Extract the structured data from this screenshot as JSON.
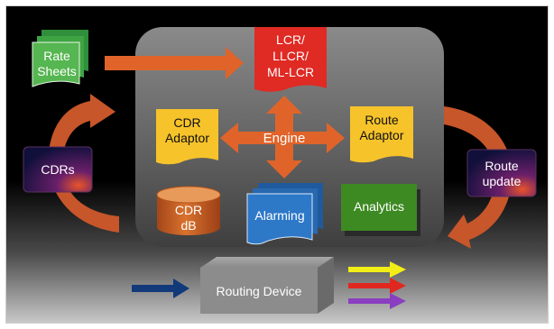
{
  "diagram": {
    "rate_sheets": "Rate\nSheets",
    "lcr_box": "LCR/\nLLCR/\nML-LCR",
    "cdr_adaptor": "CDR\nAdaptor",
    "engine": "Engine",
    "route_adaptor": "Route\nAdaptor",
    "cdrs": "CDRs",
    "route_update": "Route\nupdate",
    "cdr_db": "CDR\ndB",
    "alarming": "Alarming",
    "analytics": "Analytics",
    "routing_device": "Routing Device"
  },
  "colors": {
    "rate_sheets_green": "#56b651",
    "lcr_red": "#e02a24",
    "adaptor_yellow": "#f6c32a",
    "engine_orange": "#e0642a",
    "flow_arrow_orange": "#c7562a",
    "cylinder_orange": "#c95a20",
    "alarming_blue": "#2e78c8",
    "analytics_green": "#3d8a22",
    "output_yellow": "#f2ee16",
    "output_red": "#e02820",
    "output_purple": "#8a3fc0",
    "input_navy": "#123a7a"
  }
}
